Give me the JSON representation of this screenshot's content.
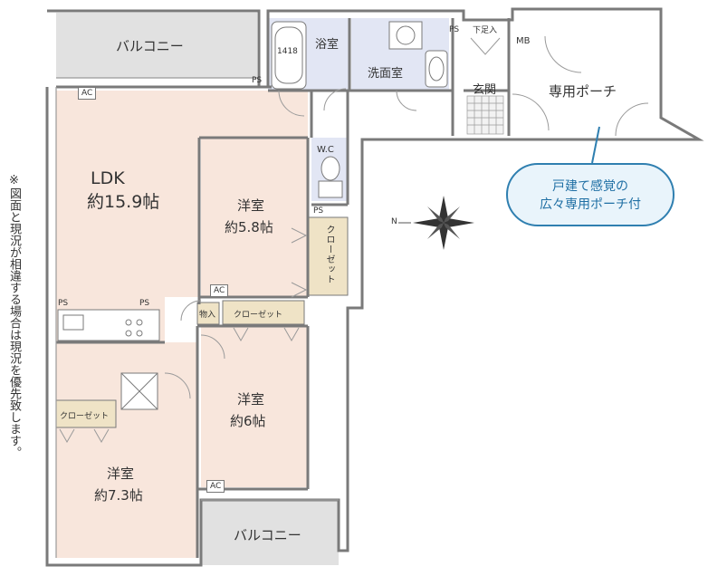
{
  "rooms": {
    "balcony_top": "バルコニー",
    "balcony_bottom": "バルコニー",
    "ldk_name": "LDK",
    "ldk_size": "約15.9帖",
    "western1_name": "洋室",
    "western1_size": "約5.8帖",
    "western2_name": "洋室",
    "western2_size": "約6帖",
    "western3_name": "洋室",
    "western3_size": "約7.3帖",
    "bath": "浴室",
    "washroom": "洗面室",
    "entrance": "玄関",
    "porch": "専用ポーチ",
    "wc": "W.C"
  },
  "labels": {
    "ac1": "AC",
    "ac2": "AC",
    "ac3": "AC",
    "ps1": "PS",
    "ps2": "PS",
    "ps3": "PS",
    "ps4": "PS",
    "ps5": "PS",
    "mb": "MB",
    "shoe": "下足入",
    "tub": "1418",
    "storage": "物入",
    "closet_h1": "クローゼット",
    "closet_h2": "クローゼット",
    "closet_v": "クローゼット",
    "compass": "N"
  },
  "callout": {
    "line1": "戸建て感覚の",
    "line2": "広々専用ポーチ付"
  },
  "note": "※図面と現況が相違する場合は現況を優先致します。",
  "colors": {
    "room_fill": "#f8e6dc",
    "wet_fill": "#e2e6f4",
    "balcony_fill": "#e1e1e1",
    "closet_fill": "#efe3c6",
    "wall": "#7a7a7a",
    "accent": "#2f7fb0"
  }
}
